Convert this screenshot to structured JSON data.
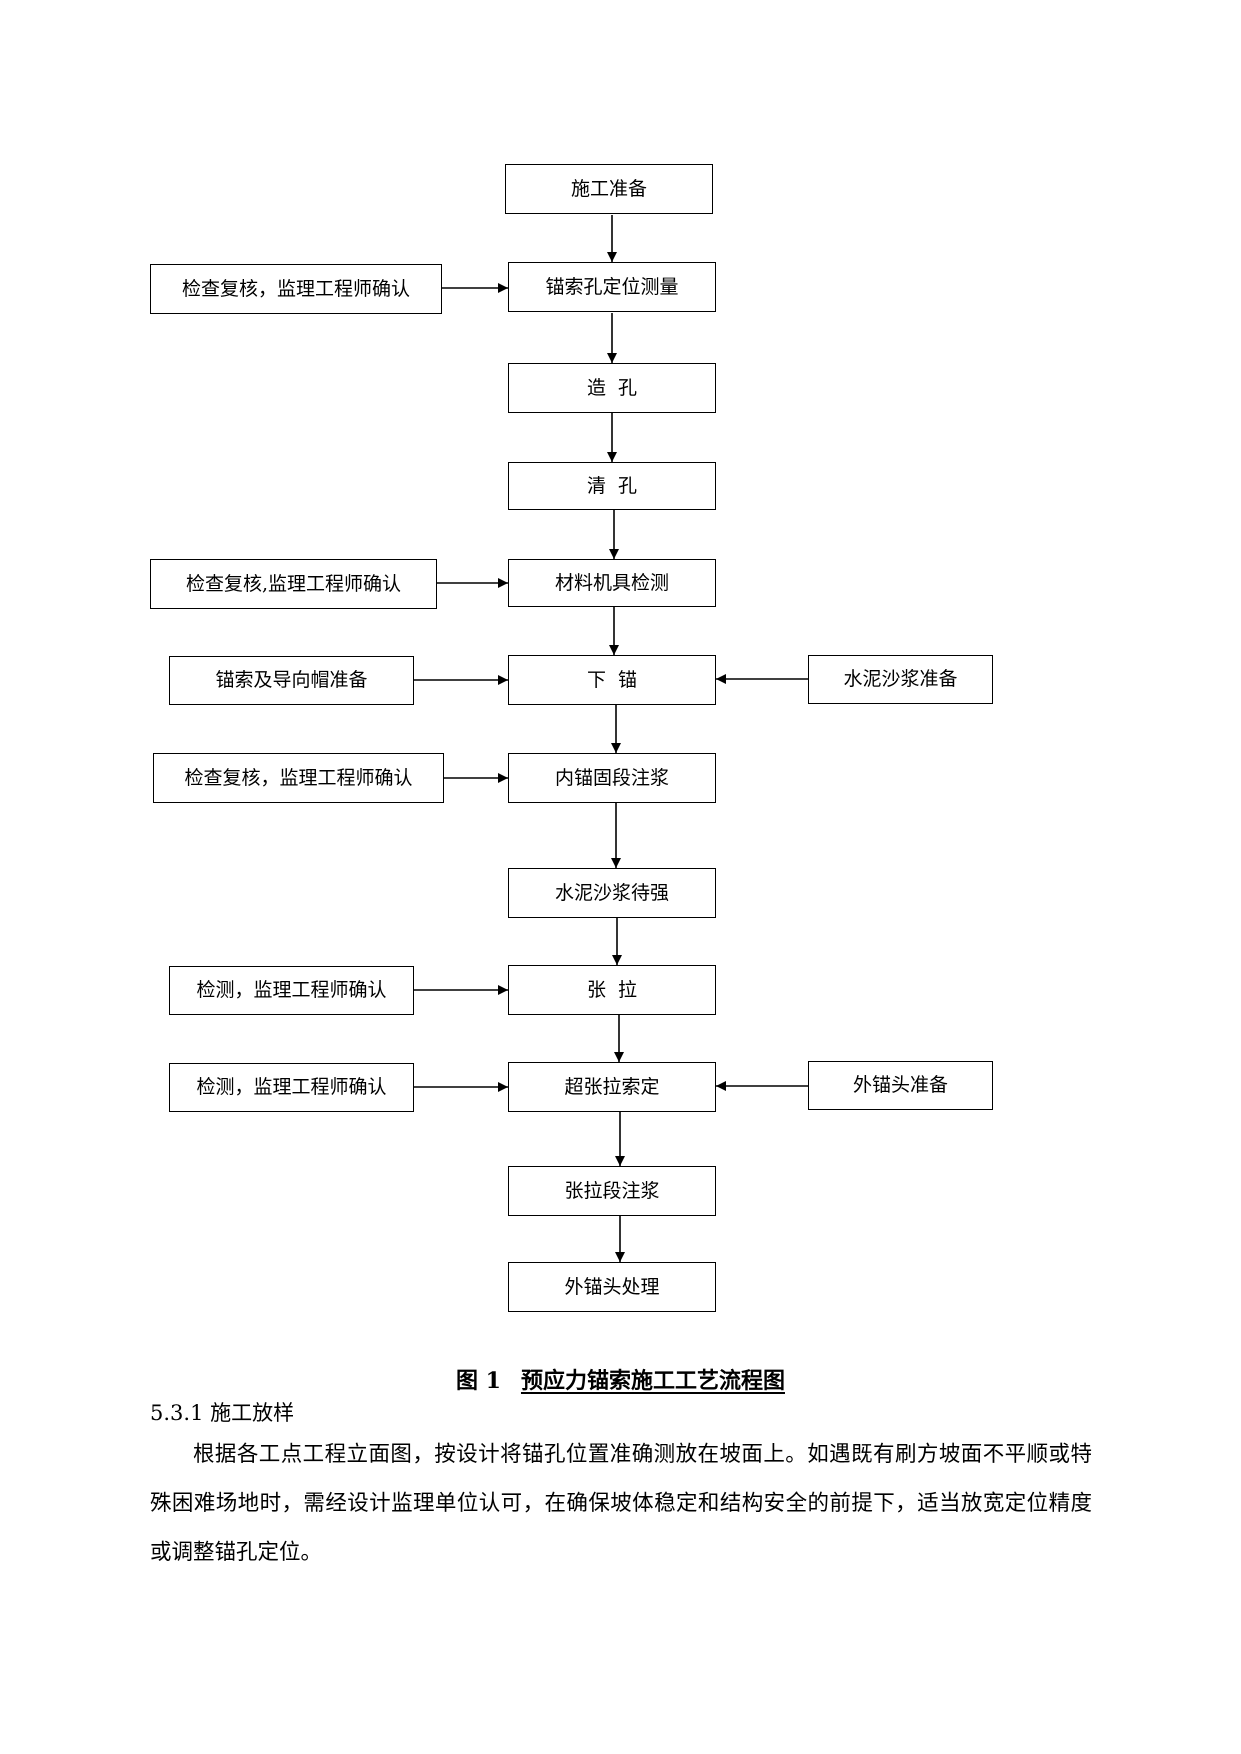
{
  "flowchart": {
    "main_steps": [
      {
        "id": "s1",
        "label": "施工准备"
      },
      {
        "id": "s2",
        "label": "锚索孔定位测量"
      },
      {
        "id": "s3",
        "label": "造  孔"
      },
      {
        "id": "s4",
        "label": "清  孔"
      },
      {
        "id": "s5",
        "label": "材料机具检测"
      },
      {
        "id": "s6",
        "label": "下  锚"
      },
      {
        "id": "s7",
        "label": "内锚固段注浆"
      },
      {
        "id": "s8",
        "label": "水泥沙浆待强"
      },
      {
        "id": "s9",
        "label": "张  拉"
      },
      {
        "id": "s10",
        "label": "超张拉索定"
      },
      {
        "id": "s11",
        "label": "张拉段注浆"
      },
      {
        "id": "s12",
        "label": "外锚头处理"
      }
    ],
    "side_inputs": [
      {
        "id": "l1",
        "label": "检查复核，监理工程师确认",
        "target": "s2",
        "side": "left"
      },
      {
        "id": "l2",
        "label": "检查复核,监理工程师确认",
        "target": "s5",
        "side": "left"
      },
      {
        "id": "l3",
        "label": "锚索及导向帽准备",
        "target": "s6",
        "side": "left"
      },
      {
        "id": "r1",
        "label": "水泥沙浆准备",
        "target": "s6",
        "side": "right"
      },
      {
        "id": "l4",
        "label": "检查复核，监理工程师确认",
        "target": "s7",
        "side": "left"
      },
      {
        "id": "l5",
        "label": "检测，监理工程师确认",
        "target": "s9",
        "side": "left"
      },
      {
        "id": "l6",
        "label": "检测，监理工程师确认",
        "target": "s10",
        "side": "left"
      },
      {
        "id": "r2",
        "label": "外锚头准备",
        "target": "s10",
        "side": "right"
      }
    ]
  },
  "caption": {
    "number": "图 1",
    "title": "预应力锚索施工工艺流程图"
  },
  "section": {
    "heading": "5.3.1 施工放样",
    "paragraph": "根据各工点工程立面图，按设计将锚孔位置准确测放在坡面上。如遇既有刷方坡面不平顺或特殊困难场地时，需经设计监理单位认可，在确保坡体稳定和结构安全的前提下，适当放宽定位精度或调整锚孔定位。"
  }
}
